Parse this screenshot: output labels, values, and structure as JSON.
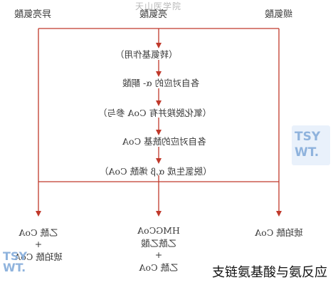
{
  "watermark_top": "天山医学院",
  "sources": [
    "异亮氨酸",
    "亮氨酸",
    "缬氨酸"
  ],
  "steps": [
    "（转氨基作用）",
    "各自对应的 α- 酮酸",
    "（氧化脱羧并有 CoA 参与）",
    "各自对应的酰基 CoA",
    "（脱氢生成 α,β 烯酰 CoA）"
  ],
  "products": {
    "left": [
      "乙酰 CoA",
      "+",
      "琥珀酰 CoA"
    ],
    "middle": [
      "HMGCoA",
      "乙酰乙酸",
      "+",
      "乙酰 CoA"
    ],
    "right": [
      "琥珀酰 CoA"
    ]
  },
  "watermark_logo": [
    "TSY",
    "WT."
  ],
  "watermark_logo_small": [
    "TSY",
    "WT."
  ],
  "caption": "支链氨基酸与氨反应",
  "colors": {
    "line": "#c0392b",
    "text": "#3a3a3a"
  }
}
